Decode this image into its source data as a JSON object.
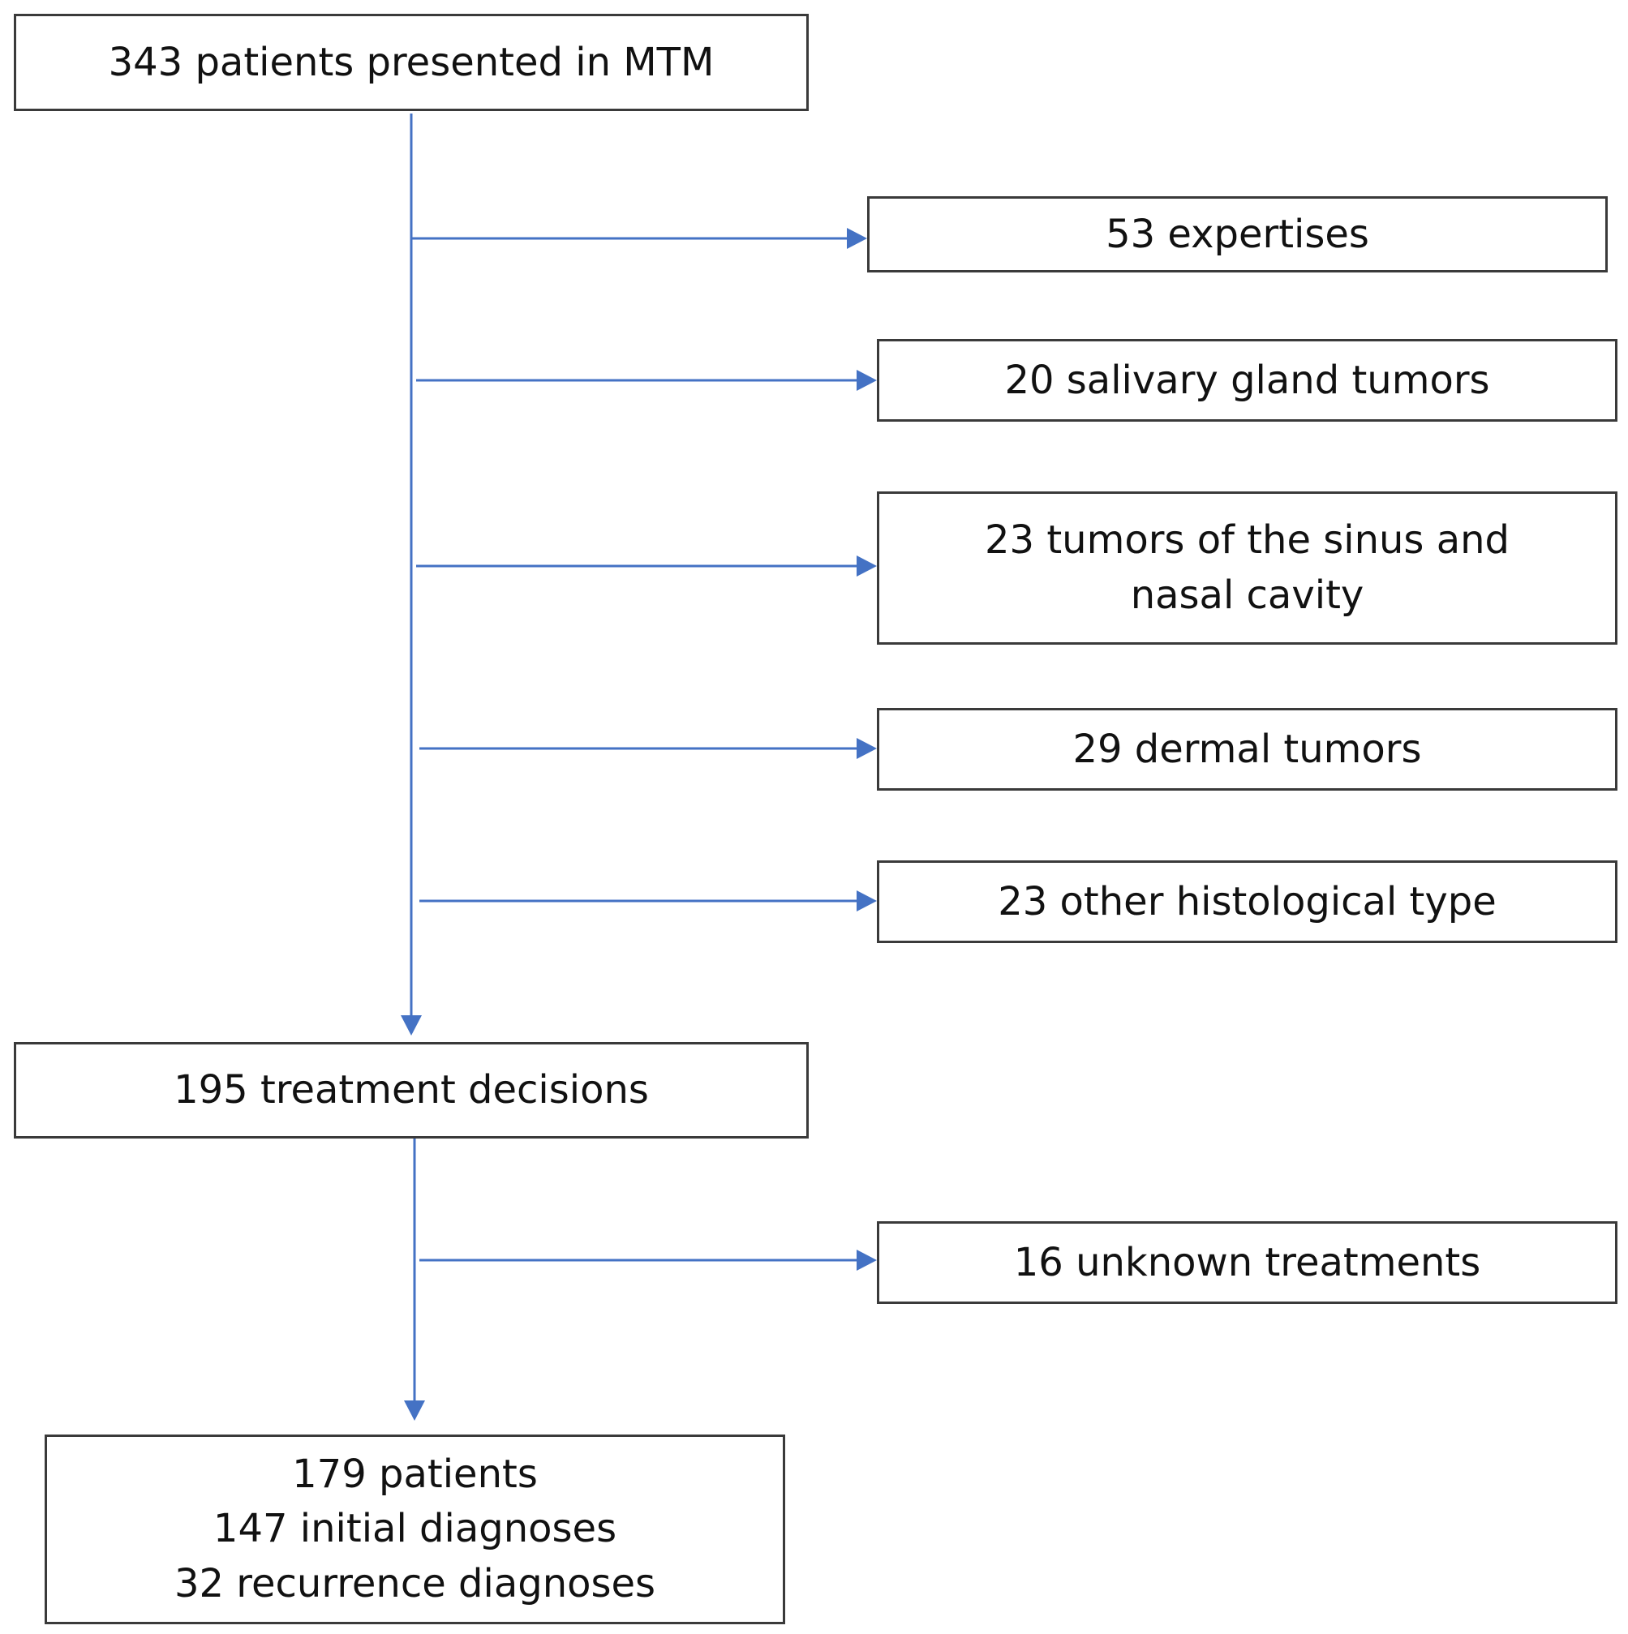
{
  "diagram": {
    "line_color": "#4472c4",
    "box_border_color": "#3a3a3a",
    "start": {
      "label": "343 patients presented in MTM"
    },
    "exclusions_1": [
      {
        "label": "53 expertises"
      },
      {
        "label": "20 salivary gland tumors"
      },
      {
        "label": "23 tumors of the sinus and nasal cavity"
      },
      {
        "label": "29 dermal tumors"
      },
      {
        "label": "23 other histological type"
      }
    ],
    "middle": {
      "label": "195 treatment decisions"
    },
    "exclusions_2": [
      {
        "label": "16 unknown treatments"
      }
    ],
    "final": {
      "lines": [
        "179 patients",
        "147 initial diagnoses",
        "32 recurrence diagnoses"
      ]
    }
  }
}
